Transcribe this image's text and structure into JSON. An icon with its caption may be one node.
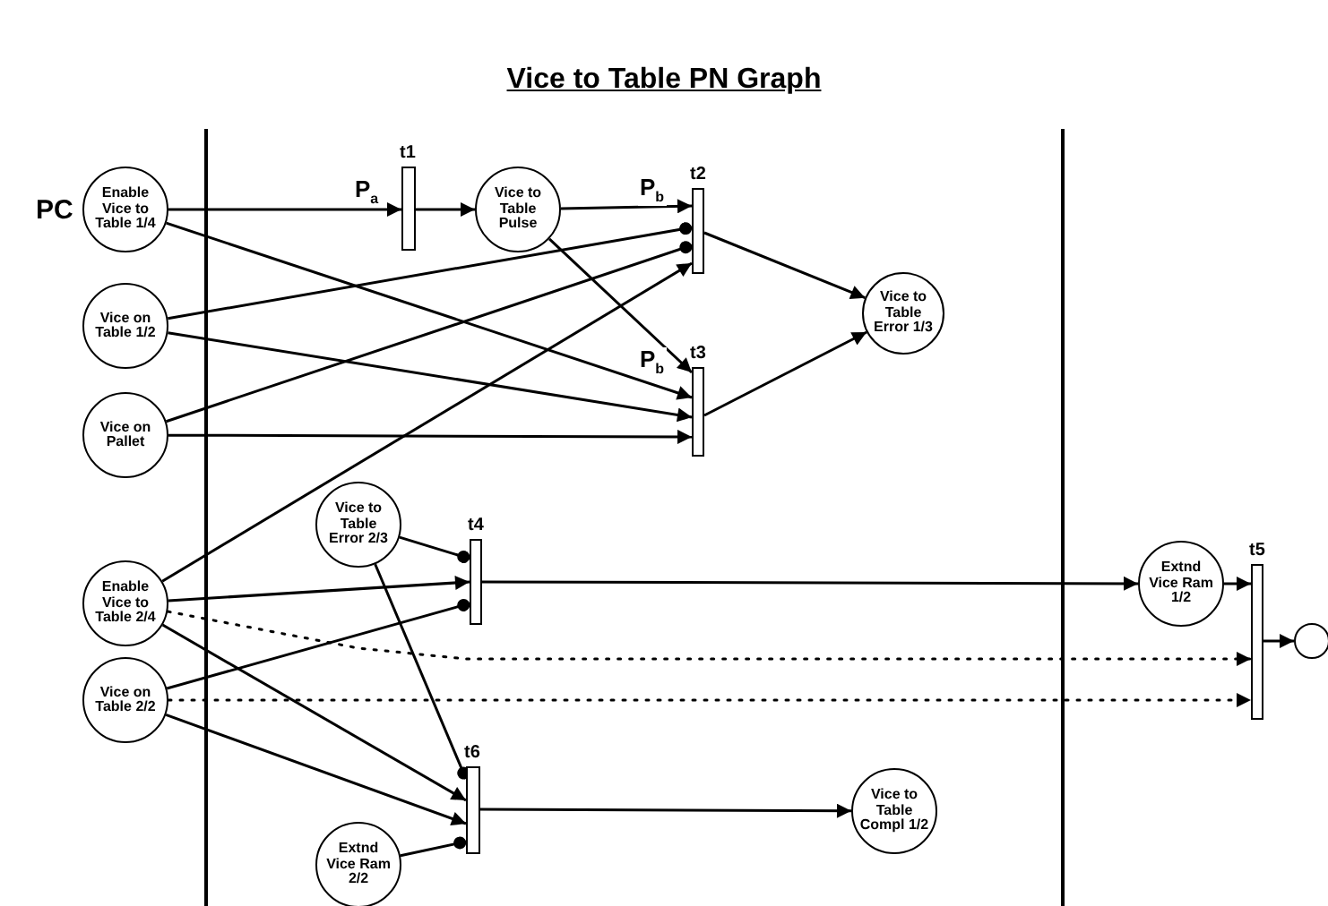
{
  "diagram": {
    "title": "Vice to Table PN Graph",
    "nodes": [
      {
        "text": [
          "Enable Vice to Table 1/4"
        ]
      },
      {
        "text": [],
        "shape": "bar",
        "beside": [
          "t1"
        ]
      },
      {
        "text": [
          "Vice to Table Pulse"
        ]
      },
      {
        "text": [],
        "shape": "bar",
        "beside": [
          "t2"
        ]
      },
      {
        "text": [
          "Vice on Table 1/2"
        ]
      },
      {
        "text": [
          "Vice on Pallet"
        ]
      },
      {
        "text": [],
        "shape": "bar",
        "beside": [
          "t3"
        ]
      },
      {
        "text": [
          "Vice to Table Error 1/3"
        ]
      },
      {
        "text": [
          "Vice to Table Error 2/3"
        ]
      },
      {
        "text": [],
        "shape": "bar",
        "beside": [
          "t4"
        ]
      },
      {
        "text": [
          "Enable Vice to Table 2/4"
        ]
      },
      {
        "text": [
          "Vice on Table 2/2"
        ]
      },
      {
        "text": [
          "Extnd Vice Ram 1/2"
        ]
      },
      {
        "text": [],
        "shape": "bar",
        "beside": [
          "t5"
        ]
      },
      {
        "text": [],
        "shape": "circle"
      },
      {
        "text": [],
        "shape": "bar",
        "beside": [
          "t6"
        ]
      },
      {
        "text": [
          "Vice to Table Compl 1/2"
        ]
      },
      {
        "text": [
          "Extnd Vice Ram 2/2"
        ]
      }
    ],
    "edges": [
      {
        "from": 0,
        "to": 1,
        "arrow": "to",
        "label": "P$_{a}$"
      },
      {
        "from": 1,
        "to": 2,
        "arrow": "to"
      },
      {
        "from": 2,
        "to": 3,
        "arrow": "to",
        "label": "P$_{b}$"
      },
      {
        "from": 2,
        "to": 6,
        "arrow": "to",
        "label": "P$_{b}$"
      },
      {
        "from": 0,
        "to": 6,
        "arrow": "to"
      },
      {
        "from": 4,
        "to": 3,
        "arrow": "other"
      },
      {
        "from": 4,
        "to": 6,
        "arrow": "to"
      },
      {
        "from": 5,
        "to": 3,
        "arrow": "other"
      },
      {
        "from": 5,
        "to": 6,
        "arrow": "to"
      },
      {
        "from": 10,
        "to": 3,
        "arrow": "to"
      },
      {
        "from": 3,
        "to": 7,
        "arrow": "to"
      },
      {
        "from": 6,
        "to": 7,
        "arrow": "to"
      },
      {
        "from": 8,
        "to": 9,
        "arrow": "other"
      },
      {
        "from": 10,
        "to": 9,
        "arrow": "to"
      },
      {
        "from": 11,
        "to": 9,
        "arrow": "other"
      },
      {
        "from": 9,
        "to": 12,
        "arrow": "to"
      },
      {
        "from": 10,
        "to": 13,
        "arrow": "to",
        "style": "dashed"
      },
      {
        "from": 11,
        "to": 13,
        "arrow": "to",
        "style": "dashed"
      },
      {
        "from": 12,
        "to": 13,
        "arrow": "to"
      },
      {
        "from": 13,
        "to": 14,
        "arrow": "to"
      },
      {
        "from": 8,
        "to": 15,
        "arrow": "other"
      },
      {
        "from": 10,
        "to": 15,
        "arrow": "to"
      },
      {
        "from": 11,
        "to": 15,
        "arrow": "to"
      },
      {
        "from": 17,
        "to": 15,
        "arrow": "other"
      },
      {
        "from": 15,
        "to": 16,
        "arrow": "to"
      }
    ],
    "labels": [
      "PC"
    ]
  }
}
